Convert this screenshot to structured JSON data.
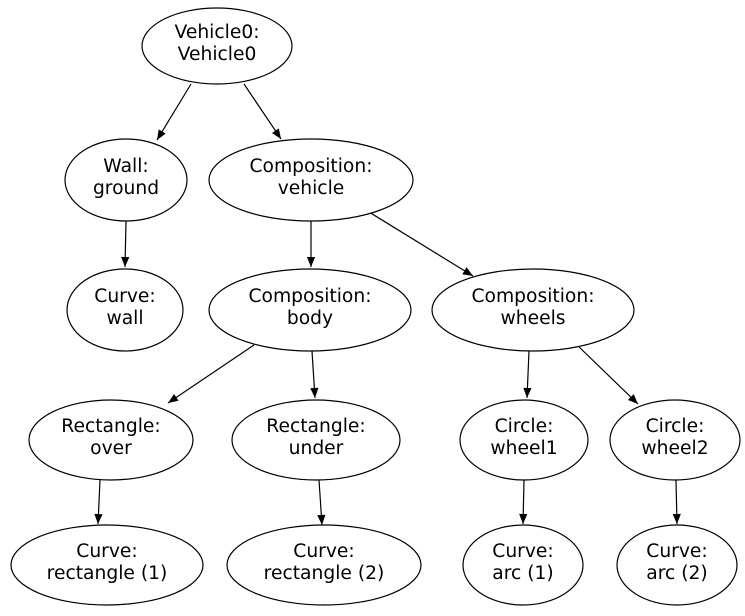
{
  "diagram": {
    "type": "directed-graph",
    "background_color": "#ffffff",
    "node_fill_color": "#ffffff",
    "node_stroke_color": "#000000",
    "text_color": "#000000",
    "nodes": [
      {
        "id": "vehicle0",
        "line1": "Vehicle0:",
        "line2": "Vehicle0"
      },
      {
        "id": "wall-ground",
        "line1": "Wall:",
        "line2": "ground"
      },
      {
        "id": "composition-vehicle",
        "line1": "Composition:",
        "line2": "vehicle"
      },
      {
        "id": "curve-wall",
        "line1": "Curve:",
        "line2": "wall"
      },
      {
        "id": "composition-body",
        "line1": "Composition:",
        "line2": "body"
      },
      {
        "id": "composition-wheels",
        "line1": "Composition:",
        "line2": "wheels"
      },
      {
        "id": "rectangle-over",
        "line1": "Rectangle:",
        "line2": "over"
      },
      {
        "id": "rectangle-under",
        "line1": "Rectangle:",
        "line2": "under"
      },
      {
        "id": "circle-wheel1",
        "line1": "Circle:",
        "line2": "wheel1"
      },
      {
        "id": "circle-wheel2",
        "line1": "Circle:",
        "line2": "wheel2"
      },
      {
        "id": "curve-rectangle-1",
        "line1": "Curve:",
        "line2": "rectangle (1)"
      },
      {
        "id": "curve-rectangle-2",
        "line1": "Curve:",
        "line2": "rectangle (2)"
      },
      {
        "id": "curve-arc-1",
        "line1": "Curve:",
        "line2": "arc (1)"
      },
      {
        "id": "curve-arc-2",
        "line1": "Curve:",
        "line2": "arc (2)"
      }
    ],
    "edges": [
      {
        "from": "vehicle0",
        "to": "wall-ground"
      },
      {
        "from": "vehicle0",
        "to": "composition-vehicle"
      },
      {
        "from": "wall-ground",
        "to": "curve-wall"
      },
      {
        "from": "composition-vehicle",
        "to": "composition-body"
      },
      {
        "from": "composition-vehicle",
        "to": "composition-wheels"
      },
      {
        "from": "composition-body",
        "to": "rectangle-over"
      },
      {
        "from": "composition-body",
        "to": "rectangle-under"
      },
      {
        "from": "composition-wheels",
        "to": "circle-wheel1"
      },
      {
        "from": "composition-wheels",
        "to": "circle-wheel2"
      },
      {
        "from": "rectangle-over",
        "to": "curve-rectangle-1"
      },
      {
        "from": "rectangle-under",
        "to": "curve-rectangle-2"
      },
      {
        "from": "circle-wheel1",
        "to": "curve-arc-1"
      },
      {
        "from": "circle-wheel2",
        "to": "curve-arc-2"
      }
    ]
  }
}
